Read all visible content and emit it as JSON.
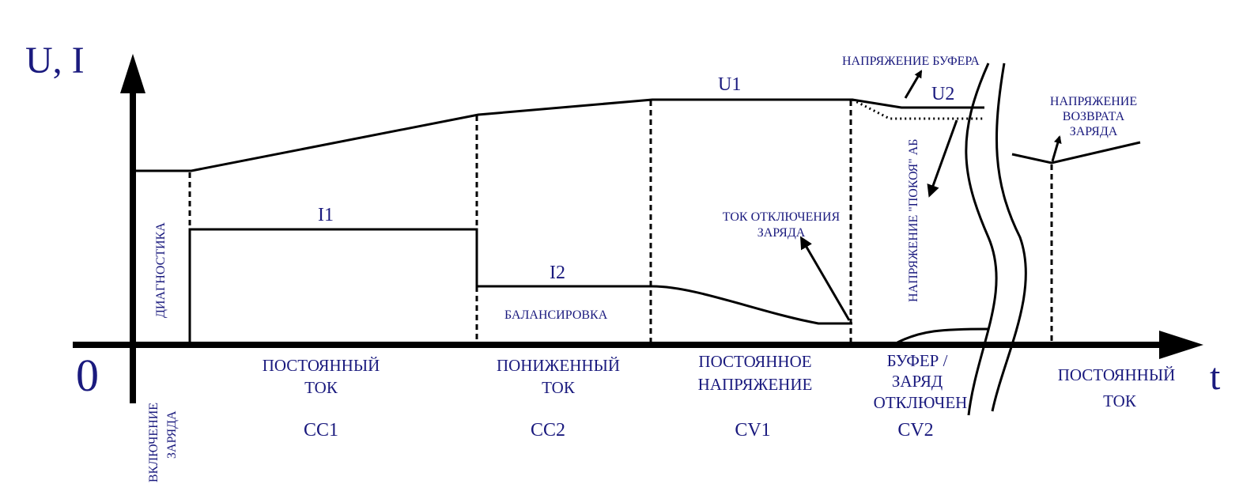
{
  "axes": {
    "y_label": "U, I",
    "x_label": "t",
    "origin": "0"
  },
  "curves": {
    "u1": "U1",
    "u2": "U2",
    "i1": "I1",
    "i2": "I2"
  },
  "annotations": {
    "diagnostics": "ДИАГНОСТИКА",
    "balancing": "БАЛАНСИРОВКА",
    "cutoff_current_line1": "ТОК ОТКЛЮЧЕНИЯ",
    "cutoff_current_line2": "ЗАРЯДА",
    "buffer_voltage": "НАПРЯЖЕНИЕ БУФЕРА",
    "rest_voltage": "НАПРЯЖЕНИЕ \"ПОКОЯ\" АБ",
    "return_voltage_line1": "НАПРЯЖЕНИЕ",
    "return_voltage_line2": "ВОЗВРАТА",
    "return_voltage_line3": "ЗАРЯДА"
  },
  "phases": {
    "start_line1": "ВКЛЮЧЕНИЕ",
    "start_line2": "ЗАРЯДА",
    "cc1_line1": "ПОСТОЯННЫЙ",
    "cc1_line2": "ТОК",
    "cc1_code": "CC1",
    "cc2_line1": "ПОНИЖЕННЫЙ",
    "cc2_line2": "ТОК",
    "cc2_code": "CC2",
    "cv1_line1": "ПОСТОЯННОЕ",
    "cv1_line2": "НАПРЯЖЕНИЕ",
    "cv1_code": "CV1",
    "cv2_line1": "БУФЕР /",
    "cv2_line2": "ЗАРЯД",
    "cv2_line3": "ОТКЛЮЧЕН",
    "cv2_code": "CV2",
    "cc3_line1": "ПОСТОЯННЫЙ",
    "cc3_line2": "ТОК"
  }
}
